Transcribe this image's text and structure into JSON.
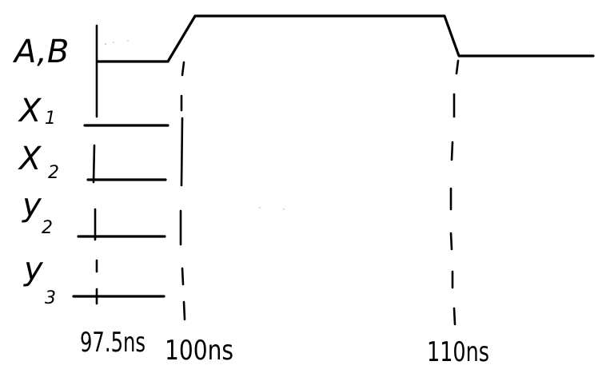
{
  "signals": [
    {
      "name": "A,B",
      "subscript": ""
    },
    {
      "name": "X",
      "subscript": "1"
    },
    {
      "name": "X",
      "subscript": "2"
    },
    {
      "name": "y",
      "subscript": "2"
    },
    {
      "name": "y",
      "subscript": "3"
    }
  ],
  "time_marks": [
    {
      "label": "97.5ns"
    },
    {
      "label": "100ns"
    },
    {
      "label": "110ns"
    }
  ]
}
